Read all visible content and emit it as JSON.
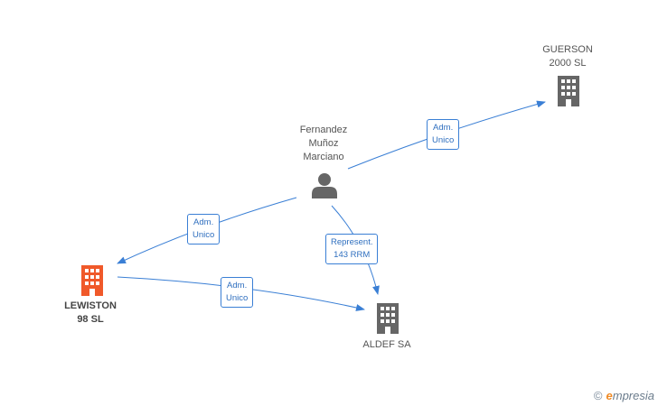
{
  "colors": {
    "edge": "#3a7fd5",
    "company": "#666666",
    "company_highlight": "#f0592a",
    "person": "#666666",
    "watermark_accent": "#f08a24"
  },
  "nodes": {
    "person": {
      "line1": "Fernandez",
      "line2": "Muñoz",
      "line3": "Marciano",
      "icon": "person-icon"
    },
    "guerson": {
      "line1": "GUERSON",
      "line2": "2000 SL",
      "icon": "building-icon"
    },
    "lewiston": {
      "line1": "LEWISTON",
      "line2": "98 SL",
      "icon": "building-icon"
    },
    "aldef": {
      "line1": "ALDEF SA",
      "icon": "building-icon"
    }
  },
  "edges": {
    "to_guerson": {
      "line1": "Adm.",
      "line2": "Unico"
    },
    "to_lewiston": {
      "line1": "Adm.",
      "line2": "Unico"
    },
    "to_aldef_rep": {
      "line1": "Represent.",
      "line2": "143 RRM"
    },
    "lewiston_to_aldef": {
      "line1": "Adm.",
      "line2": "Unico"
    }
  },
  "watermark": {
    "copyright": "©",
    "brand_initial": "e",
    "brand_rest": "mpresia"
  }
}
